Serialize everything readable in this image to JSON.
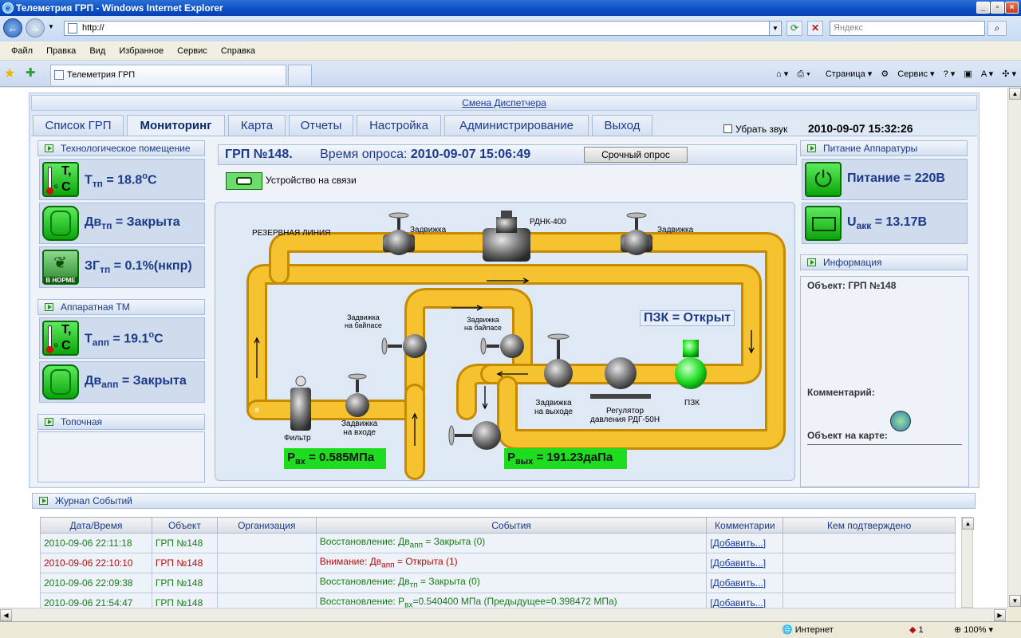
{
  "window": {
    "title": "Телеметрия ГРП - Windows Internet Explorer"
  },
  "browser": {
    "url": "http://",
    "search_placeholder": "Яндекс",
    "menu": [
      "Файл",
      "Правка",
      "Вид",
      "Избранное",
      "Сервис",
      "Справка"
    ],
    "tab_title": "Телеметрия ГРП",
    "tools": {
      "page": "Страница",
      "service": "Сервис"
    },
    "status": {
      "zone": "Интернет",
      "zoom": "100%",
      "count": "1"
    }
  },
  "app": {
    "dispatcher_link": "Смена Диспетчера",
    "tabs": [
      "Список ГРП",
      "Мониторинг",
      "Карта",
      "Отчеты",
      "Настройка",
      "Администрирование",
      "Выход"
    ],
    "active_tab": "Мониторинг",
    "mute_label": "Убрать звук",
    "clock": "2010-09-07 15:32:26"
  },
  "left": {
    "tech_room": {
      "title": "Технологическое помещение",
      "temp": {
        "label": "T",
        "sub": "тп",
        "value": "= 18.8",
        "unit": "C",
        "deg": "o",
        "icon_t": "T,",
        "icon_c": "C",
        "icon_o": "o"
      },
      "door": {
        "label": "Дв",
        "sub": "тп",
        "value": "= Закрыта"
      },
      "gas": {
        "label": "ЗГ",
        "sub": "тп",
        "value": "= 0.1%(нкпр)",
        "icon_text": "В НОРМЕ"
      }
    },
    "equip_room": {
      "title": "Аппаратная ТМ",
      "temp": {
        "label": "T",
        "sub": "апп",
        "value": "= 19.1",
        "unit": "C",
        "deg": "o",
        "icon_t": "T,",
        "icon_c": "C",
        "icon_o": "o"
      },
      "door": {
        "label": "Дв",
        "sub": "апп",
        "value": "= Закрыта"
      }
    },
    "furnace": {
      "title": "Топочная"
    }
  },
  "center": {
    "grp": "ГРП №148.",
    "poll_label": "Время опроса:",
    "poll_time": "2010-09-07 15:06:49",
    "urgent_btn": "Срочный опрос",
    "link_status": "Устройство на связи",
    "diagram": {
      "reserve": "РЕЗЕРВНАЯ ЛИНИЯ",
      "valve1": "Задвижка",
      "rdnk": "РДНК-400",
      "valve2": "Задвижка",
      "bypass1": [
        "Задвижка",
        "на байпасе"
      ],
      "bypass2": [
        "Задвижка",
        "на байпасе"
      ],
      "pzk_status": "ПЗК = Открыт",
      "filter": "Фильтр",
      "inlet": [
        "Задвижка",
        "на входе"
      ],
      "outlet": [
        "Задвижка",
        "на выходе"
      ],
      "regulator": [
        "Регулятор",
        "давления РДГ-50Н"
      ],
      "pzk": "ПЗК",
      "p_in": {
        "label": "P",
        "sub": "вх",
        "value": "= 0.585МПа"
      },
      "p_out": {
        "label": "P",
        "sub": "вых",
        "value": "= 191.23даПа"
      }
    }
  },
  "right": {
    "power": {
      "title": "Питание Аппаратуры",
      "supply": "Питание = 220В",
      "battery": {
        "label": "U",
        "sub": "акк",
        "value": "= 13.17В"
      }
    },
    "info": {
      "title": "Информация",
      "object": "Объект: ГРП №148",
      "comment": "Комментарий:",
      "map": "Объект на карте:"
    }
  },
  "journal": {
    "title": "Журнал Событий",
    "columns": [
      "Дата/Время",
      "Объект",
      "Организация",
      "События",
      "Комментарии",
      "Кем подтверждено"
    ],
    "rows": [
      {
        "time": "2010-09-06 22:11:18",
        "object": "ГРП №148",
        "org": "",
        "event": "Восстановление: Дв",
        "event_sub": "апп",
        "event_tail": " = Закрыта (0)",
        "comment": "[Добавить...]",
        "confirmed": "",
        "level": "ok"
      },
      {
        "time": "2010-09-06 22:10:10",
        "object": "ГРП №148",
        "org": "",
        "event": "Внимание: Дв",
        "event_sub": "апп",
        "event_tail": " = Открыта (1)",
        "comment": "[Добавить...]",
        "confirmed": "",
        "level": "alarm"
      },
      {
        "time": "2010-09-06 22:09:38",
        "object": "ГРП №148",
        "org": "",
        "event": "Восстановление: Дв",
        "event_sub": "тп",
        "event_tail": " = Закрыта (0)",
        "comment": "[Добавить...]",
        "confirmed": "",
        "level": "ok"
      },
      {
        "time": "2010-09-06 21:54:47",
        "object": "ГРП №148",
        "org": "",
        "event": "Восстановление: Р",
        "event_sub": "вх",
        "event_tail": "=0.540400 МПа (Предыдущее=0.398472 МПа)",
        "comment": "[Добавить...]",
        "confirmed": "",
        "level": "ok"
      }
    ]
  }
}
